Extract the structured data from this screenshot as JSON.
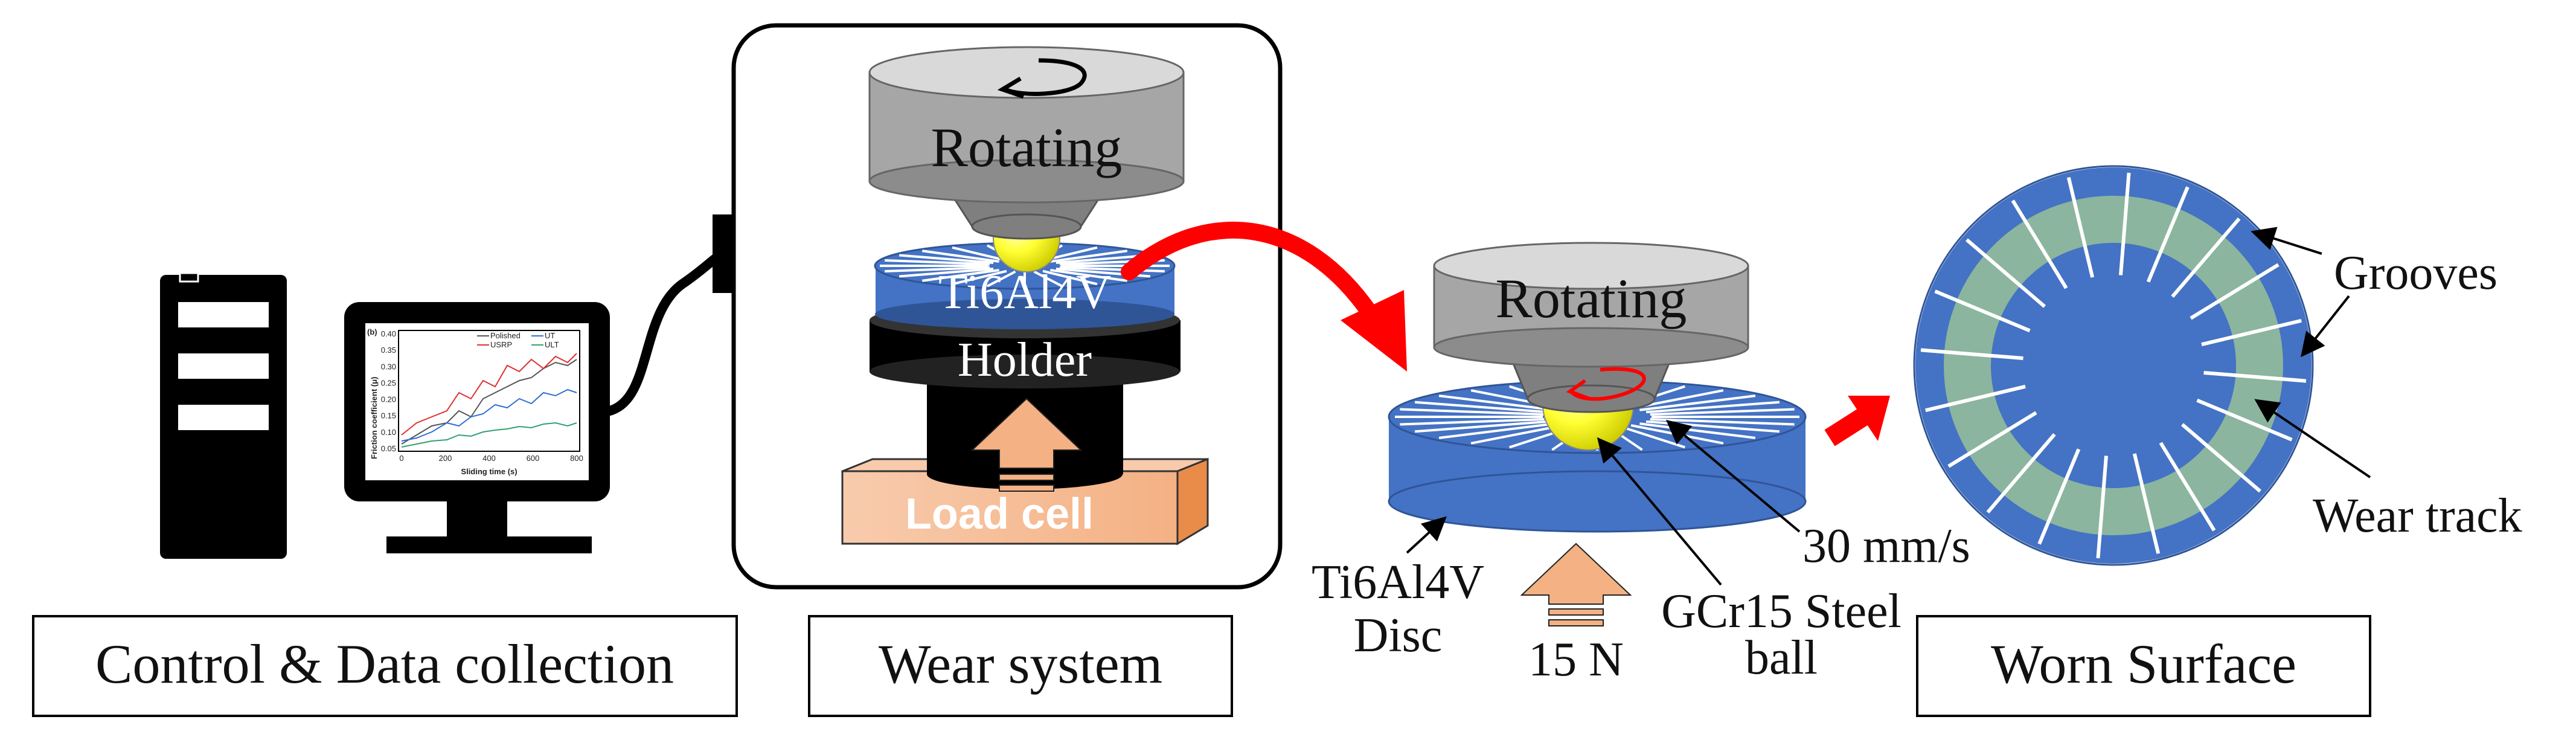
{
  "captions": {
    "control": "Control  &  Data collection",
    "wear_system": "Wear system",
    "worn_surface": "Worn Surface"
  },
  "wear_system": {
    "rotating": "Rotating",
    "disc": "Ti6Al4V",
    "holder": "Holder",
    "load_cell": "Load cell"
  },
  "closeup": {
    "rotating": "Rotating",
    "disc_label_line1": "Ti6Al4V",
    "disc_label_line2": "Disc",
    "load": "15 N",
    "ball_line1": "GCr15 Steel",
    "ball_line2": "ball",
    "speed": "30 mm/s"
  },
  "worn": {
    "grooves": "Grooves",
    "wear_track": "Wear track"
  },
  "mini_chart": {
    "panel_label": "(b)",
    "ylabel": "Friction coefficient (μ)",
    "xlabel": "Sliding time (s)",
    "yticks": [
      "0.40",
      "0.35",
      "0.30",
      "0.25",
      "0.20",
      "0.15",
      "0.10",
      "0.05"
    ],
    "xticks": [
      "0",
      "200",
      "400",
      "600",
      "800"
    ],
    "legend": [
      "Polished",
      "USRP",
      "UT",
      "ULT"
    ]
  },
  "colors": {
    "blue": "#4472c4",
    "gray": "#a6a6a6",
    "yellow": "#ffff00",
    "red": "#ff0000",
    "peach": "#f4b183",
    "green_track": "#a9d18e"
  }
}
